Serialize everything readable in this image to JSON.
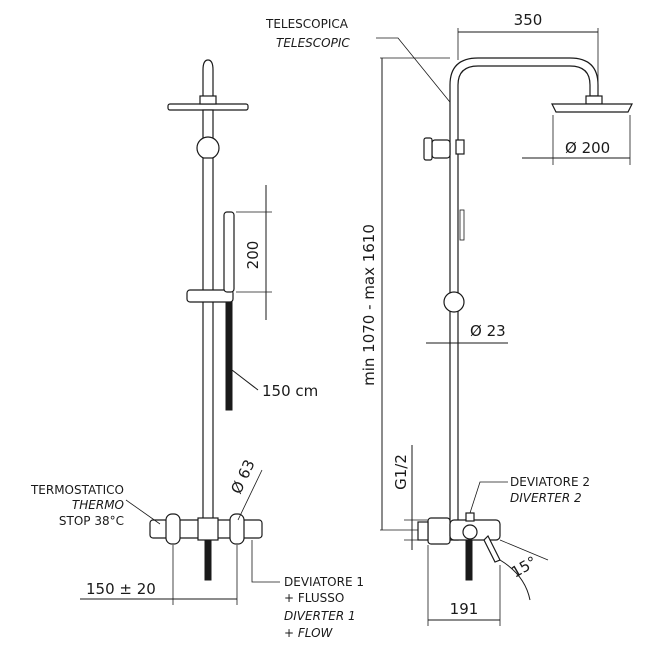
{
  "front_view": {
    "hand_shower_length": "200",
    "hose_length": "150 cm",
    "thermostat_label_it": "TERMOSTATICO",
    "thermostat_label_en": "THERMO",
    "thermostat_stop": "STOP 38°C",
    "knob_diameter": "Ø 63",
    "center_distance": "150 ± 20",
    "diverter1_it": "DEVIATORE 1",
    "diverter1_flow_it": "+ FLUSSO",
    "diverter1_en": "DIVERTER 1",
    "diverter1_flow_en": "+ FLOW"
  },
  "side_view": {
    "telescopic_it": "TELESCOPICA",
    "telescopic_en": "TELESCOPIC",
    "arm_length": "350",
    "head_diameter": "Ø 200",
    "height_range": "min 1070 - max 1610",
    "pipe_diameter": "Ø 23",
    "connection": "G1/2",
    "diverter2_it": "DEVIATORE 2",
    "diverter2_en": "DIVERTER 2",
    "spout_angle": "15°",
    "depth": "191"
  }
}
